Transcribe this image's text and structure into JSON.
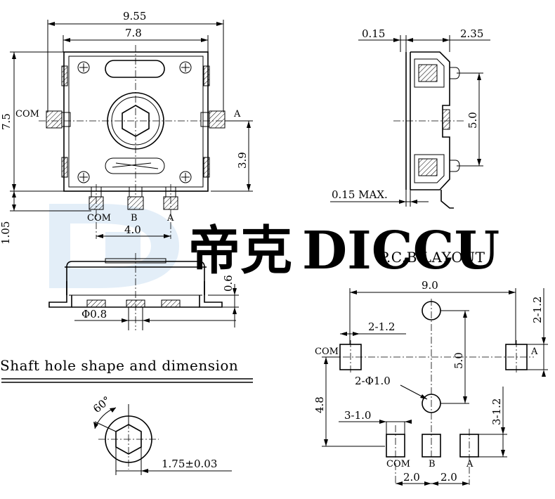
{
  "watermark": {
    "brand_cn": "帝克",
    "brand_en": "DICCU"
  },
  "top_view": {
    "dims": {
      "overall_width": "9.55",
      "body_width": "7.8",
      "height": "7.5",
      "center_offset": "3.9",
      "terminal_length": "1.05",
      "terminal_pitch": "4.0"
    },
    "labels": {
      "com_left": "COM",
      "a_right": "A",
      "com_bottom": "COM",
      "b_bottom": "B",
      "a_bottom": "A"
    }
  },
  "side_view": {
    "dims": {
      "thickness": "0.6",
      "diameter": "Φ0.8"
    }
  },
  "right_view": {
    "dims": {
      "top_gap": "0.15",
      "depth": "2.35",
      "pin_spacing": "5.0",
      "bottom_gap": "0.15 MAX."
    }
  },
  "shaft": {
    "title": "Shaft hole shape and dimension",
    "angle": "60°",
    "size": "1.75±0.03"
  },
  "pcb_layout": {
    "title": "P.C.B LAYOUT",
    "dims": {
      "width": "9.0",
      "pad_side_top": "2-1.2",
      "pad_side_right": "2-1.2",
      "vertical_spacing": "5.0",
      "holes": "2-Φ1.0",
      "height": "4.8",
      "bottom_pads": "3-1.0",
      "bottom_pad_height": "3-1.2",
      "pitch_left": "2.0",
      "pitch_right": "2.0"
    },
    "labels": {
      "com_left": "COM",
      "a_right": "A",
      "com_bottom": "COM",
      "b_bottom": "B",
      "a_bottom": "A"
    }
  }
}
